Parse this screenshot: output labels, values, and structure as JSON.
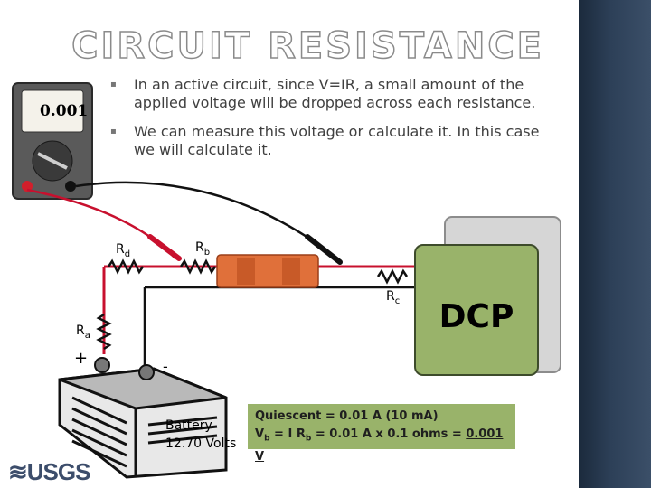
{
  "slide": {
    "title": "CIRCUIT RESISTANCE",
    "bullets": [
      "In an active circuit, since V=IR, a small amount of the applied voltage will be dropped across each resistance.",
      "We can measure this voltage or calculate it.  In this case we will calculate it."
    ]
  },
  "meter": {
    "reading": "0.001"
  },
  "diagram": {
    "labels": {
      "rd": "R",
      "rd_sub": "d",
      "rb": "R",
      "rb_sub": "b",
      "rc": "R",
      "rc_sub": "c",
      "ra": "R",
      "ra_sub": "a",
      "plus": "+",
      "minus": "-"
    },
    "dcp_label": "DCP",
    "battery": {
      "line1": "Battery",
      "line2": "12.70 Volts"
    },
    "quiescent": {
      "line1": "Quiescent = 0.01 A  (10 mA)",
      "line2_v": "V",
      "line2_v_sub": "b",
      "line2_eq": " = I R",
      "line2_r_sub": "b",
      "line2_mid": " = 0.01 A x 0.1 ohms = ",
      "line2_value": "0.001 V"
    }
  },
  "logo": {
    "text": "≋USGS"
  },
  "colors": {
    "wire": "#c8102e",
    "dcp": "#99b36a",
    "strip": "#2d4058"
  }
}
